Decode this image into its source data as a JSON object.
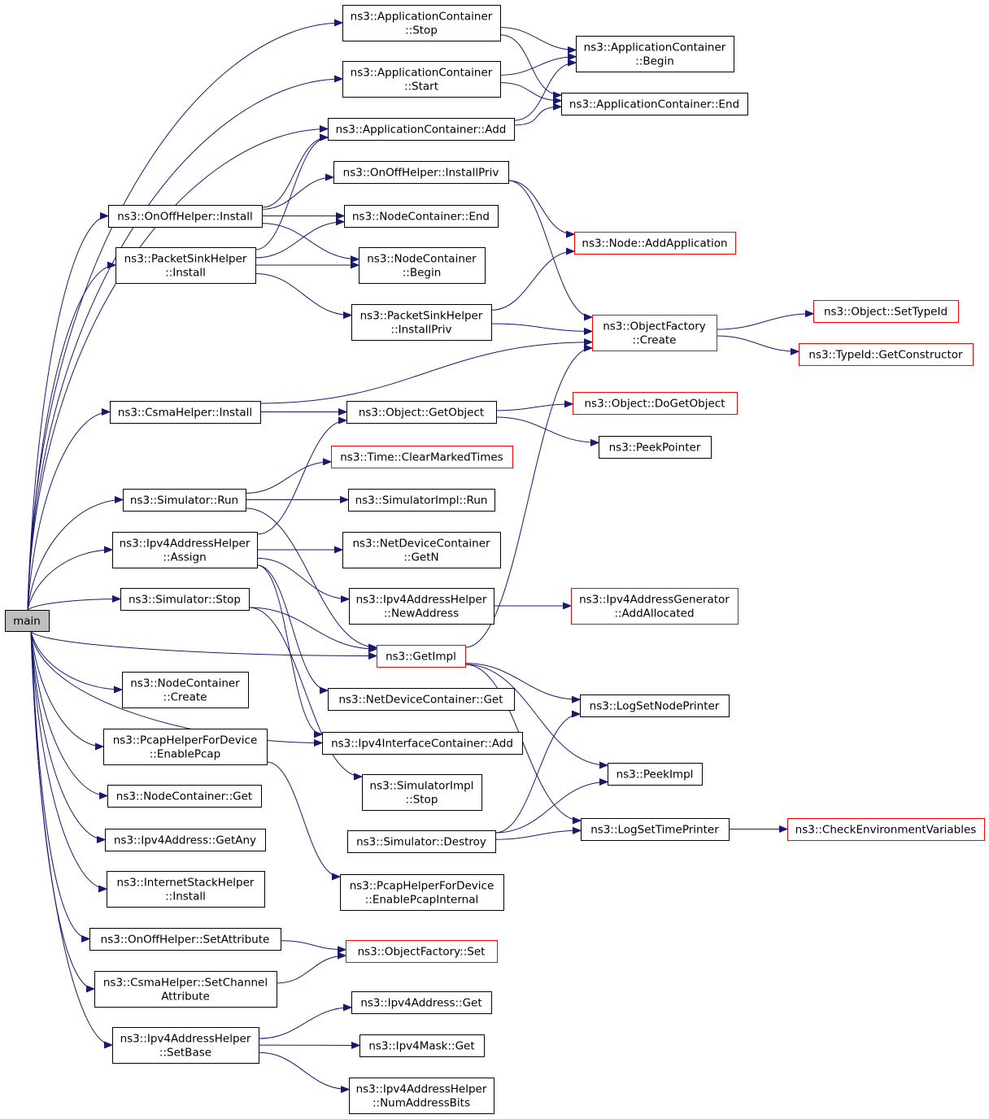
{
  "colors": {
    "edge": "#191970",
    "box_documented": "#000000",
    "box_undocumented": "#ff0000",
    "root_fill": "#bfbfbf",
    "node_fill": "#ffffff"
  },
  "nodes": [
    {
      "id": "main",
      "lines": [
        "main"
      ],
      "style": "root"
    },
    {
      "id": "ac_stop",
      "lines": [
        "ns3::ApplicationContainer",
        "::Stop"
      ],
      "style": "black"
    },
    {
      "id": "ac_start",
      "lines": [
        "ns3::ApplicationContainer",
        "::Start"
      ],
      "style": "black"
    },
    {
      "id": "ac_add",
      "lines": [
        "ns3::ApplicationContainer::Add"
      ],
      "style": "black"
    },
    {
      "id": "ac_begin",
      "lines": [
        "ns3::ApplicationContainer",
        "::Begin"
      ],
      "style": "black"
    },
    {
      "id": "ac_end",
      "lines": [
        "ns3::ApplicationContainer::End"
      ],
      "style": "black"
    },
    {
      "id": "onoff_install",
      "lines": [
        "ns3::OnOffHelper::Install"
      ],
      "style": "black"
    },
    {
      "id": "onoff_installpriv",
      "lines": [
        "ns3::OnOffHelper::InstallPriv"
      ],
      "style": "black"
    },
    {
      "id": "nc_end",
      "lines": [
        "ns3::NodeContainer::End"
      ],
      "style": "black"
    },
    {
      "id": "psh_install",
      "lines": [
        "ns3::PacketSinkHelper",
        "::Install"
      ],
      "style": "black"
    },
    {
      "id": "nc_begin",
      "lines": [
        "ns3::NodeContainer",
        "::Begin"
      ],
      "style": "black"
    },
    {
      "id": "node_addapp",
      "lines": [
        "ns3::Node::AddApplication"
      ],
      "style": "red"
    },
    {
      "id": "psh_installpriv",
      "lines": [
        "ns3::PacketSinkHelper",
        "::InstallPriv"
      ],
      "style": "black"
    },
    {
      "id": "of_create",
      "lines": [
        "ns3::ObjectFactory",
        "::Create"
      ],
      "style": "red"
    },
    {
      "id": "obj_settypeid",
      "lines": [
        "ns3::Object::SetTypeId"
      ],
      "style": "red"
    },
    {
      "id": "typeid_getctor",
      "lines": [
        "ns3::TypeId::GetConstructor"
      ],
      "style": "red"
    },
    {
      "id": "csma_install",
      "lines": [
        "ns3::CsmaHelper::Install"
      ],
      "style": "black"
    },
    {
      "id": "obj_getobject",
      "lines": [
        "ns3::Object::GetObject"
      ],
      "style": "black"
    },
    {
      "id": "obj_dogetobject",
      "lines": [
        "ns3::Object::DoGetObject"
      ],
      "style": "red"
    },
    {
      "id": "peekpointer",
      "lines": [
        "ns3::PeekPointer"
      ],
      "style": "black"
    },
    {
      "id": "time_clear",
      "lines": [
        "ns3::Time::ClearMarkedTimes"
      ],
      "style": "red"
    },
    {
      "id": "sim_run",
      "lines": [
        "ns3::Simulator::Run"
      ],
      "style": "black"
    },
    {
      "id": "simimpl_run",
      "lines": [
        "ns3::SimulatorImpl::Run"
      ],
      "style": "black"
    },
    {
      "id": "ipv4ah_assign",
      "lines": [
        "ns3::Ipv4AddressHelper",
        "::Assign"
      ],
      "style": "black"
    },
    {
      "id": "ndc_getn",
      "lines": [
        "ns3::NetDeviceContainer",
        "::GetN"
      ],
      "style": "black"
    },
    {
      "id": "ipv4ah_newaddr",
      "lines": [
        "ns3::Ipv4AddressHelper",
        "::NewAddress"
      ],
      "style": "black"
    },
    {
      "id": "ipv4ag_addalloc",
      "lines": [
        "ns3::Ipv4AddressGenerator",
        "::AddAllocated"
      ],
      "style": "red"
    },
    {
      "id": "sim_stop",
      "lines": [
        "ns3::Simulator::Stop"
      ],
      "style": "black"
    },
    {
      "id": "getimpl",
      "lines": [
        "ns3::GetImpl"
      ],
      "style": "red"
    },
    {
      "id": "nc_create",
      "lines": [
        "ns3::NodeContainer",
        "::Create"
      ],
      "style": "black"
    },
    {
      "id": "ndc_get",
      "lines": [
        "ns3::NetDeviceContainer::Get"
      ],
      "style": "black"
    },
    {
      "id": "logsetnodeprinter",
      "lines": [
        "ns3::LogSetNodePrinter"
      ],
      "style": "black"
    },
    {
      "id": "pcap_enable",
      "lines": [
        "ns3::PcapHelperForDevice",
        "::EnablePcap"
      ],
      "style": "black"
    },
    {
      "id": "ipv4ic_add",
      "lines": [
        "ns3::Ipv4InterfaceContainer::Add"
      ],
      "style": "black"
    },
    {
      "id": "peekimpl",
      "lines": [
        "ns3::PeekImpl"
      ],
      "style": "black"
    },
    {
      "id": "nc_get",
      "lines": [
        "ns3::NodeContainer::Get"
      ],
      "style": "black"
    },
    {
      "id": "simimpl_stop",
      "lines": [
        "ns3::SimulatorImpl",
        "::Stop"
      ],
      "style": "black"
    },
    {
      "id": "ipv4_getany",
      "lines": [
        "ns3::Ipv4Address::GetAny"
      ],
      "style": "black"
    },
    {
      "id": "sim_destroy",
      "lines": [
        "ns3::Simulator::Destroy"
      ],
      "style": "black"
    },
    {
      "id": "logsettimeprinter",
      "lines": [
        "ns3::LogSetTimePrinter"
      ],
      "style": "black"
    },
    {
      "id": "checkenv",
      "lines": [
        "ns3::CheckEnvironmentVariables"
      ],
      "style": "red"
    },
    {
      "id": "ish_install",
      "lines": [
        "ns3::InternetStackHelper",
        "::Install"
      ],
      "style": "black"
    },
    {
      "id": "pcap_internal",
      "lines": [
        "ns3::PcapHelperForDevice",
        "::EnablePcapInternal"
      ],
      "style": "black"
    },
    {
      "id": "onoff_setattr",
      "lines": [
        "ns3::OnOffHelper::SetAttribute"
      ],
      "style": "black"
    },
    {
      "id": "of_set",
      "lines": [
        "ns3::ObjectFactory::Set"
      ],
      "style": "red"
    },
    {
      "id": "csma_setchattr",
      "lines": [
        "ns3::CsmaHelper::SetChannel",
        "Attribute"
      ],
      "style": "black"
    },
    {
      "id": "ipv4_get",
      "lines": [
        "ns3::Ipv4Address::Get"
      ],
      "style": "black"
    },
    {
      "id": "ipv4ah_setbase",
      "lines": [
        "ns3::Ipv4AddressHelper",
        "::SetBase"
      ],
      "style": "black"
    },
    {
      "id": "ipv4mask_get",
      "lines": [
        "ns3::Ipv4Mask::Get"
      ],
      "style": "black"
    },
    {
      "id": "ipv4ah_numbits",
      "lines": [
        "ns3::Ipv4AddressHelper",
        "::NumAddressBits"
      ],
      "style": "black"
    }
  ],
  "edges": [
    [
      "main",
      "ac_stop"
    ],
    [
      "main",
      "ac_start"
    ],
    [
      "main",
      "ac_add"
    ],
    [
      "main",
      "onoff_install"
    ],
    [
      "main",
      "psh_install"
    ],
    [
      "main",
      "csma_install"
    ],
    [
      "main",
      "sim_run"
    ],
    [
      "main",
      "ipv4ah_assign"
    ],
    [
      "main",
      "sim_stop"
    ],
    [
      "main",
      "nc_create"
    ],
    [
      "main",
      "pcap_enable"
    ],
    [
      "main",
      "nc_get"
    ],
    [
      "main",
      "ipv4_getany"
    ],
    [
      "main",
      "ish_install"
    ],
    [
      "main",
      "onoff_setattr"
    ],
    [
      "main",
      "csma_setchattr"
    ],
    [
      "main",
      "ipv4ah_setbase"
    ],
    [
      "main",
      "ipv4ic_add"
    ],
    [
      "main",
      "getimpl"
    ],
    [
      "ac_stop",
      "ac_begin"
    ],
    [
      "ac_stop",
      "ac_end"
    ],
    [
      "ac_start",
      "ac_begin"
    ],
    [
      "ac_start",
      "ac_end"
    ],
    [
      "ac_add",
      "ac_begin"
    ],
    [
      "ac_add",
      "ac_end"
    ],
    [
      "onoff_install",
      "ac_add"
    ],
    [
      "onoff_install",
      "onoff_installpriv"
    ],
    [
      "onoff_install",
      "nc_end"
    ],
    [
      "onoff_install",
      "nc_begin"
    ],
    [
      "onoff_installpriv",
      "node_addapp"
    ],
    [
      "onoff_installpriv",
      "of_create"
    ],
    [
      "psh_install",
      "ac_add"
    ],
    [
      "psh_install",
      "nc_end"
    ],
    [
      "psh_install",
      "nc_begin"
    ],
    [
      "psh_install",
      "psh_installpriv"
    ],
    [
      "psh_installpriv",
      "node_addapp"
    ],
    [
      "psh_installpriv",
      "of_create"
    ],
    [
      "of_create",
      "obj_settypeid"
    ],
    [
      "of_create",
      "typeid_getctor"
    ],
    [
      "csma_install",
      "of_create"
    ],
    [
      "csma_install",
      "obj_getobject"
    ],
    [
      "obj_getobject",
      "obj_dogetobject"
    ],
    [
      "obj_getobject",
      "peekpointer"
    ],
    [
      "sim_run",
      "time_clear"
    ],
    [
      "sim_run",
      "simimpl_run"
    ],
    [
      "sim_run",
      "getimpl"
    ],
    [
      "ipv4ah_assign",
      "obj_getobject"
    ],
    [
      "ipv4ah_assign",
      "ndc_getn"
    ],
    [
      "ipv4ah_assign",
      "ipv4ah_newaddr"
    ],
    [
      "ipv4ah_assign",
      "ndc_get"
    ],
    [
      "ipv4ah_assign",
      "ipv4ic_add"
    ],
    [
      "ipv4ah_newaddr",
      "ipv4ag_addalloc"
    ],
    [
      "sim_stop",
      "getimpl"
    ],
    [
      "sim_stop",
      "simimpl_stop"
    ],
    [
      "getimpl",
      "of_create"
    ],
    [
      "getimpl",
      "logsetnodeprinter"
    ],
    [
      "getimpl",
      "peekimpl"
    ],
    [
      "getimpl",
      "logsettimeprinter"
    ],
    [
      "pcap_enable",
      "pcap_internal"
    ],
    [
      "sim_destroy",
      "logsetnodeprinter"
    ],
    [
      "sim_destroy",
      "peekimpl"
    ],
    [
      "sim_destroy",
      "logsettimeprinter"
    ],
    [
      "logsettimeprinter",
      "checkenv"
    ],
    [
      "onoff_setattr",
      "of_set"
    ],
    [
      "csma_setchattr",
      "of_set"
    ],
    [
      "ipv4ah_setbase",
      "ipv4_get"
    ],
    [
      "ipv4ah_setbase",
      "ipv4mask_get"
    ],
    [
      "ipv4ah_setbase",
      "ipv4ah_numbits"
    ]
  ]
}
